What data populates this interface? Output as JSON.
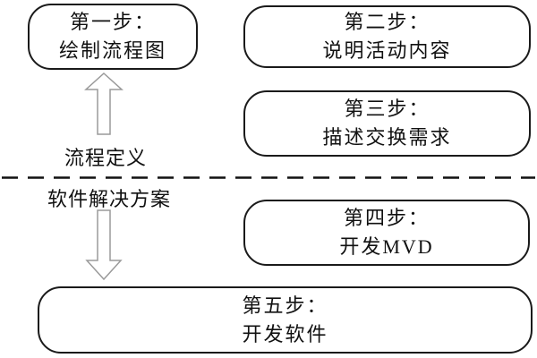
{
  "diagram": {
    "background_color": "#ffffff",
    "box_border_color": "#1a1a1a",
    "text_color": "#111111",
    "arrow_outline_color": "#9a9a9a",
    "divider_color": "#111111",
    "boxes": {
      "step1": {
        "line1": "第一步：",
        "line2": "绘制流程图"
      },
      "step2": {
        "line1": "第二步：",
        "line2": "说明活动内容"
      },
      "step3": {
        "line1": "第三步：",
        "line2": "描述交换需求"
      },
      "step4": {
        "line1": "第四步：",
        "line2": "开发MVD"
      },
      "step5": {
        "line1": "第五步：",
        "line2": "开发软件"
      }
    },
    "labels": {
      "process_definition": "流程定义",
      "software_solution": "软件解决方案"
    },
    "icons": {
      "up_arrow": "arrow-up-outline-icon",
      "down_arrow": "arrow-down-outline-icon"
    }
  }
}
